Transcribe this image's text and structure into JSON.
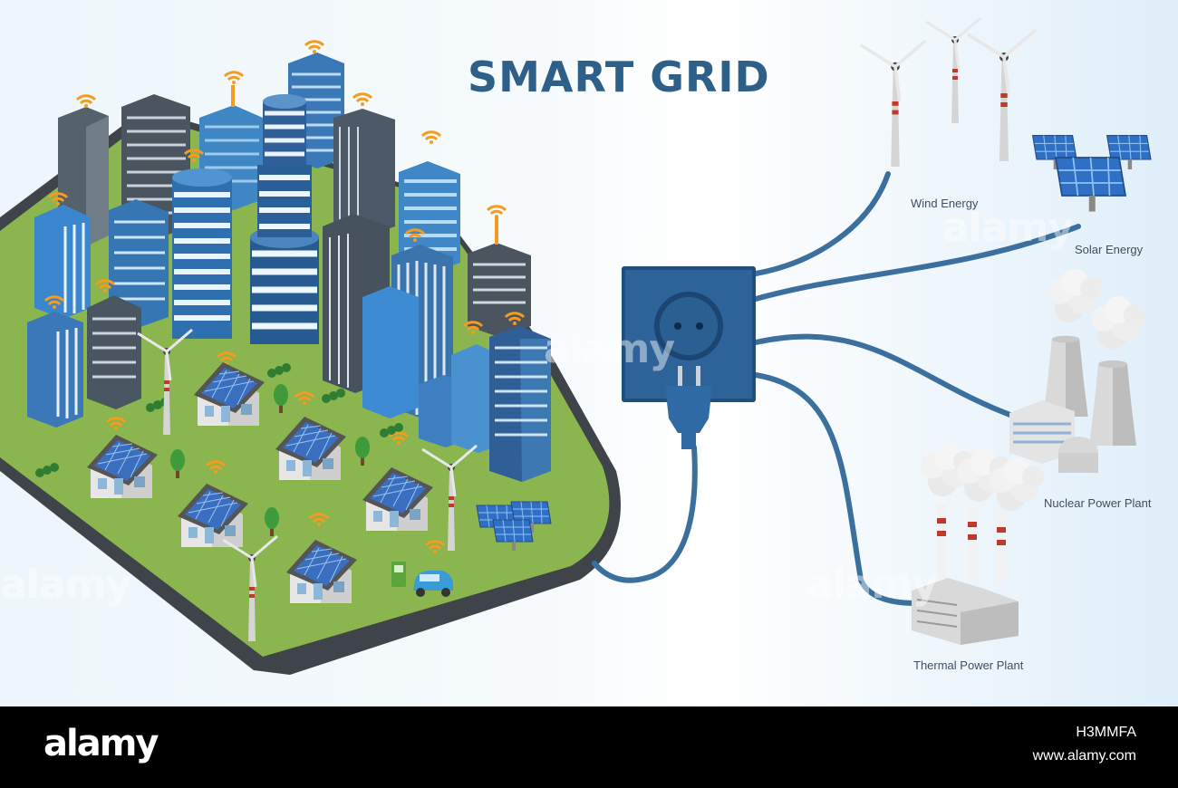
{
  "diagram": {
    "title": "SMART GRID",
    "sources": [
      {
        "key": "wind",
        "label": "Wind Energy"
      },
      {
        "key": "solar",
        "label": "Solar Energy"
      },
      {
        "key": "nuclear",
        "label": "Nuclear Power Plant"
      },
      {
        "key": "thermal",
        "label": "Thermal Power Plant"
      }
    ]
  },
  "watermark": {
    "text": "alamy"
  },
  "footer": {
    "brand": "alamy",
    "image_code": "H3MMFA",
    "site": "www.alamy.com"
  },
  "colors": {
    "title": "#2e5f88",
    "cable": "#3a6f9e",
    "ground": "#8ab54f",
    "building_blue": "#3a78b8",
    "building_gray": "#5a6570",
    "wifi": "#f39c1f"
  },
  "icons": [
    "wifi-icon",
    "wind-turbine-icon",
    "solar-panel-icon",
    "power-socket-icon",
    "power-plug-icon",
    "cooling-tower-icon",
    "factory-icon",
    "electric-car-icon",
    "charging-station-icon",
    "house-icon"
  ]
}
